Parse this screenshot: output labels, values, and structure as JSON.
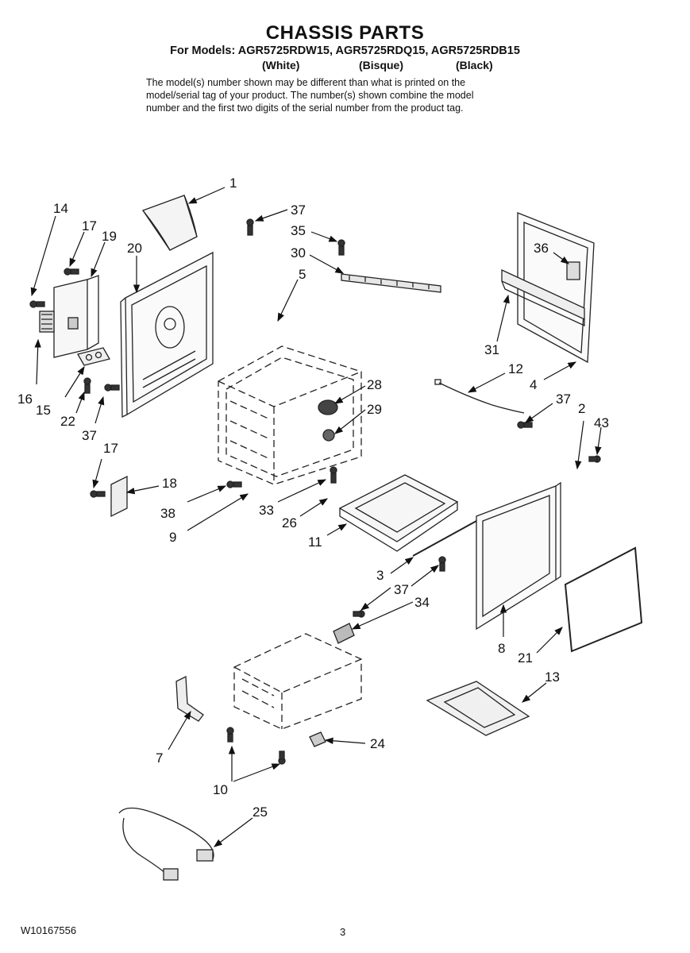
{
  "header": {
    "title": "CHASSIS PARTS",
    "models_line": "For Models: AGR5725RDW15, AGR5725RDQ15, AGR5725RDB15",
    "colors": [
      "(White)",
      "(Bisque)",
      "(Black)"
    ],
    "note_lines": [
      "The model(s) number shown may be different than what is printed on the",
      "model/serial tag of your product. The number(s) shown combine the model",
      "number and the first two digits of the serial number from the product tag."
    ]
  },
  "callouts": {
    "c1": "1",
    "c14": "14",
    "c17a": "17",
    "c19": "19",
    "c20": "20",
    "c37a": "37",
    "c35": "35",
    "c30": "30",
    "c5": "5",
    "c36": "36",
    "c31": "31",
    "c12": "12",
    "c4": "4",
    "c37b": "37",
    "c2": "2",
    "c43": "43",
    "c28": "28",
    "c29": "29",
    "c16": "16",
    "c15": "15",
    "c22": "22",
    "c37c": "37",
    "c17b": "17",
    "c18": "18",
    "c38": "38",
    "c9": "9",
    "c33": "33",
    "c26": "26",
    "c11": "11",
    "c3": "3",
    "c37d": "37",
    "c34": "34",
    "c8": "8",
    "c21": "21",
    "c13": "13",
    "c7": "7",
    "c24": "24",
    "c10": "10",
    "c25": "25"
  },
  "footer": {
    "doc_code": "W10167556",
    "page_number": "3"
  }
}
